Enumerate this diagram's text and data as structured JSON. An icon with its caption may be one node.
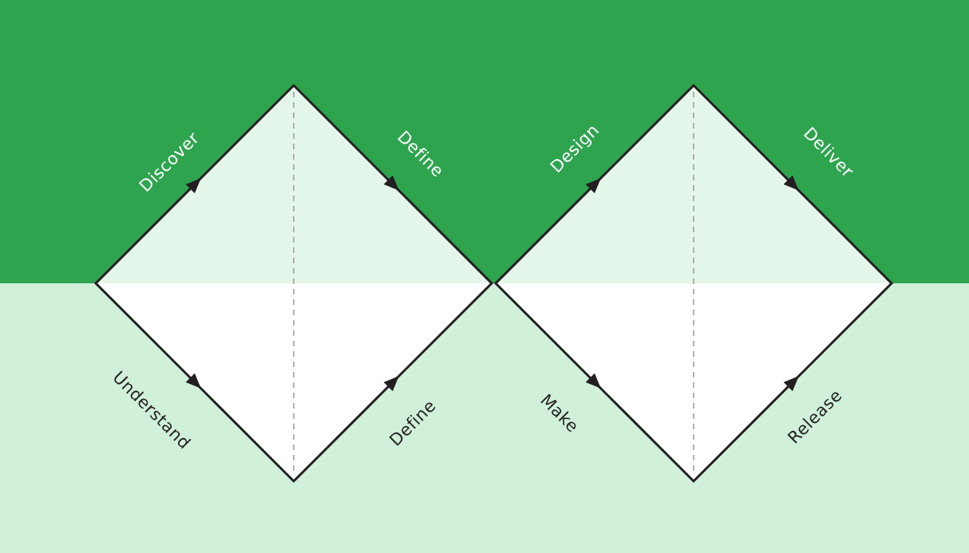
{
  "diagram": {
    "nodes": [
      {
        "text": [],
        "shape": "diamond"
      },
      {
        "text": [],
        "shape": "diamond"
      }
    ],
    "labels": [
      "Discover",
      "Define",
      "Design",
      "Deliver",
      "Understand",
      "Define",
      "Make",
      "Release"
    ]
  }
}
